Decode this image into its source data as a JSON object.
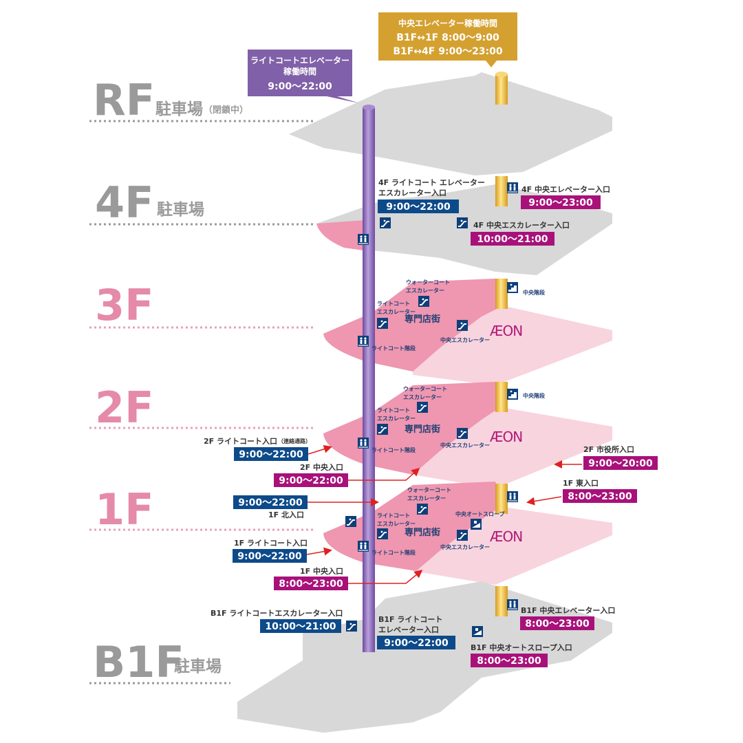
{
  "floors": {
    "rf": {
      "code": "RF",
      "name": "駐車場",
      "note": "（閉鎖中）",
      "color": "#9a9a9a"
    },
    "f4": {
      "code": "4F",
      "name": "駐車場",
      "color": "#9a9a9a"
    },
    "f3": {
      "code": "3F",
      "color": "#e58aa8"
    },
    "f2": {
      "code": "2F",
      "color": "#e58aa8"
    },
    "f1": {
      "code": "1F",
      "color": "#e58aa8"
    },
    "b1": {
      "code": "B1F",
      "name": "駐車場",
      "color": "#9a9a9a"
    }
  },
  "callouts": {
    "lightcourt_elevator": {
      "line1": "ライトコートエレベーター",
      "line2": "稼働時間",
      "hours": "9:00〜22:00",
      "color": "#8060a8"
    },
    "central_elevator": {
      "line1": "中央エレベーター稼働時間",
      "line2": "B1F↔1F 8:00〜9:00",
      "line3": "B1F↔4F 9:00〜23:00",
      "color": "#d4a030"
    }
  },
  "floor4": {
    "lc_entrance_l1": "4F ライトコート エレベーター",
    "lc_entrance_l2": "エスカレーター入口",
    "lc_entrance_hours": "9:00〜22:00",
    "central_elev": "4F 中央エレベーター入口",
    "central_elev_hours": "9:00〜23:00",
    "central_esc": "4F 中央エスカレーター入口",
    "central_esc_hours": "10:00〜21:00"
  },
  "floor3": {
    "water_esc_l1": "ウォーターコート",
    "water_esc_l2": "エスカレーター",
    "lc_esc_l1": "ライトコート",
    "lc_esc_l2": "エスカレーター",
    "shops": "専門店街",
    "central_esc": "中央エスカレーター",
    "central_stairs": "中央階段",
    "lc_stairs": "ライトコート階段",
    "aeon": "ÆON"
  },
  "floor2": {
    "water_esc_l1": "ウォーターコート",
    "water_esc_l2": "エスカレーター",
    "lc_esc_l1": "ライトコート",
    "lc_esc_l2": "エスカレーター",
    "shops": "専門店街",
    "central_esc": "中央エスカレーター",
    "central_stairs": "中央階段",
    "lc_stairs": "ライトコート階段",
    "aeon": "ÆON",
    "lc_entrance": "2F ライトコート入口",
    "lc_entrance_note": "（連絡通路）",
    "lc_entrance_hours": "9:00〜22:00",
    "central_entrance": "2F 中央入口",
    "central_entrance_hours": "9:00〜22:00",
    "cityhall_entrance": "2F 市役所入口",
    "cityhall_entrance_hours": "9:00〜20:00"
  },
  "floor1": {
    "water_esc_l1": "ウォーターコート",
    "water_esc_l2": "エスカレーター",
    "lc_esc_l1": "ライトコート",
    "lc_esc_l2": "エスカレーター",
    "shops": "専門店街",
    "central_slope": "中央オートスロープ",
    "central_esc": "中央エスカレーター",
    "lc_stairs": "ライトコート階段",
    "aeon": "ÆON",
    "north_hours": "9:00〜22:00",
    "north_entrance": "1F 北入口",
    "east_entrance": "1F 東入口",
    "east_hours": "8:00〜23:00",
    "lc_entrance": "1F ライトコート入口",
    "lc_entrance_hours": "9:00〜22:00",
    "central_entrance": "1F 中央入口",
    "central_entrance_hours": "8:00〜23:00"
  },
  "floorB1": {
    "lc_esc": "B1F ライトコートエスカレーター入口",
    "lc_esc_hours": "10:00〜21:00",
    "lc_elev_l1": "B1F ライトコート",
    "lc_elev_l2": "エレベーター入口",
    "lc_elev_hours": "9:00〜22:00",
    "central_elev": "B1F 中央エレベーター入口",
    "central_elev_hours": "8:00〜23:00",
    "central_slope": "B1F 中央オートスロープ入口",
    "central_slope_hours": "8:00〜23:00"
  },
  "colors": {
    "blue_box": "#0d4a8a",
    "magenta_box": "#a8117a",
    "arrow": "#e02020",
    "gray_floor": "#d8d8d8",
    "pink_floor": "#ef96b0",
    "light_pink": "#f8d4df"
  },
  "icons": [
    "elevator-icon",
    "escalator-icon",
    "stairs-icon",
    "slope-icon",
    "arrow-icon"
  ]
}
